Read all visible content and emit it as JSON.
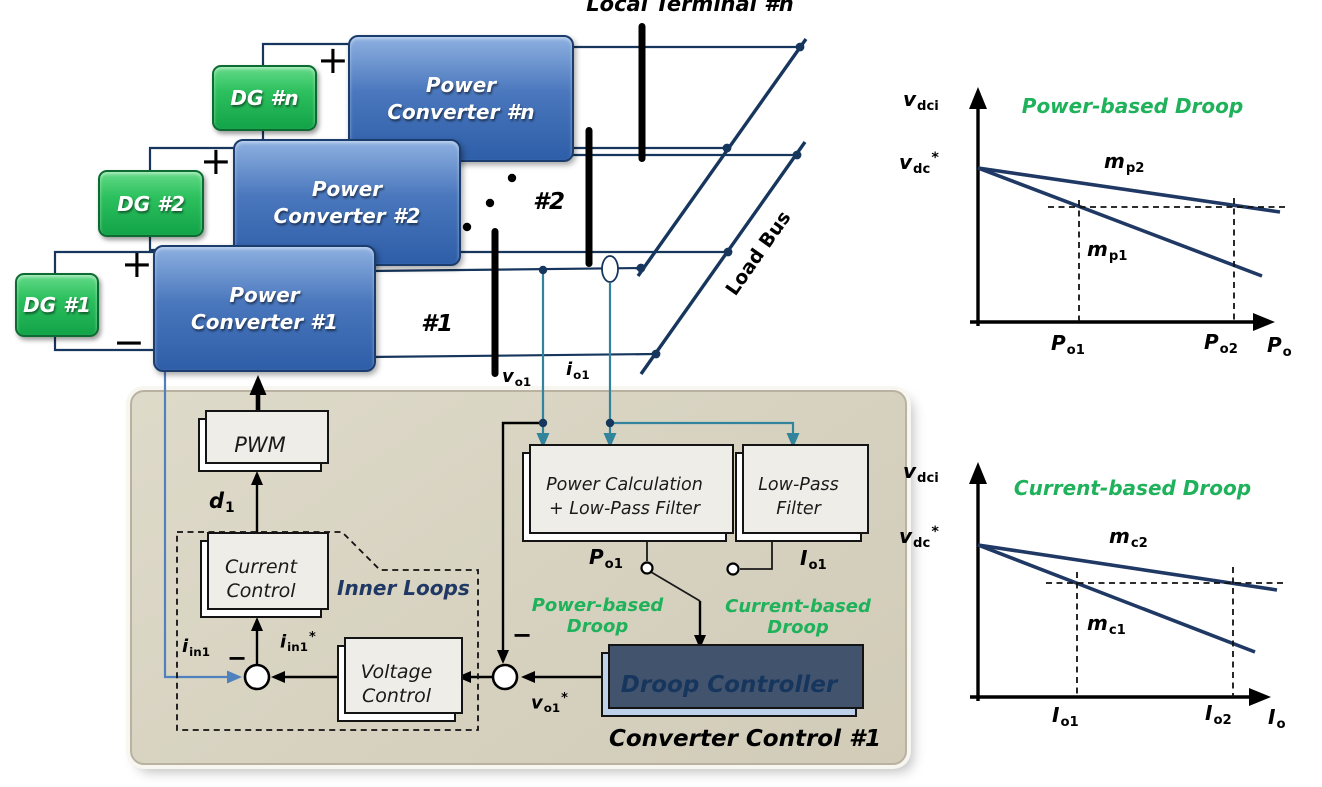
{
  "header": {
    "title": "Local Terminal #n"
  },
  "colors": {
    "wire_navy": "#17365d",
    "droop_line_navy": "#1f3864",
    "sense_teal": "#31849b",
    "feedback_blue": "#4f81bd",
    "accent_green": "#1fb25b",
    "panel_tan": "#d7d1bf",
    "converter_blue": "#3f6db5",
    "dg_green": "#28b95c",
    "droop_block_fill": "#bed1ea",
    "inner_loops_navy": "#1f3864"
  },
  "system": {
    "dg_units": [
      {
        "label": "DG #1"
      },
      {
        "label": "DG #2"
      },
      {
        "label": "DG #n"
      }
    ],
    "converters": [
      {
        "line1": "Power",
        "line2": "Converter #1"
      },
      {
        "line1": "Power",
        "line2": "Converter #2"
      },
      {
        "line1": "Power",
        "line2": "Converter #n"
      }
    ],
    "terminal_labels": [
      "#1",
      "#2"
    ],
    "load_bus": "Load Bus",
    "plus": "+",
    "minus": "−"
  },
  "signals": {
    "vo1": {
      "base": "v",
      "sub": "o1"
    },
    "io1": {
      "base": "i",
      "sub": "o1"
    },
    "iin1": {
      "base": "i",
      "sub": "in1"
    },
    "iin1_ref": {
      "base": "i",
      "sub": "in1",
      "sup": "*"
    },
    "d1": {
      "base": "d",
      "sub": "1"
    },
    "Po1": {
      "base": "P",
      "sub": "o1"
    },
    "Io1": {
      "base": "I",
      "sub": "o1"
    },
    "vo1_ref": {
      "base": "v",
      "sub": "o1",
      "sup": "*"
    }
  },
  "control_panel": {
    "caption": "Converter Control #1",
    "inner_loops": "Inner Loops",
    "blocks": {
      "pwm": "PWM",
      "current_control": {
        "line1": "Current",
        "line2": "Control"
      },
      "voltage_control": {
        "line1": "Voltage",
        "line2": "Control"
      },
      "power_calc": {
        "line1": "Power Calculation",
        "line2": "+ Low-Pass Filter"
      },
      "low_pass": {
        "line1": "Low-Pass",
        "line2": "Filter"
      },
      "droop": "Droop Controller"
    },
    "modes": {
      "power": {
        "line1": "Power-based",
        "line2": "Droop"
      },
      "current": {
        "line1": "Current-based",
        "line2": "Droop"
      }
    }
  },
  "droop_graphs": [
    {
      "type": "line",
      "title": "Power-based Droop",
      "ylabel": {
        "base": "v",
        "sub": "dci"
      },
      "y_intercept": {
        "base": "v",
        "sub": "dc",
        "sup": "*"
      },
      "xlabel": {
        "base": "P",
        "sub": "o"
      },
      "x_ticks": [
        {
          "base": "P",
          "sub": "o1"
        },
        {
          "base": "P",
          "sub": "o2"
        }
      ],
      "lines": [
        {
          "name": {
            "base": "m",
            "sub": "p2"
          },
          "slope": "shallow"
        },
        {
          "name": {
            "base": "m",
            "sub": "p1"
          },
          "slope": "steep"
        }
      ],
      "legend_position": "inline",
      "grid": false
    },
    {
      "type": "line",
      "title": "Current-based Droop",
      "ylabel": {
        "base": "v",
        "sub": "dci"
      },
      "y_intercept": {
        "base": "v",
        "sub": "dc",
        "sup": "*"
      },
      "xlabel": {
        "base": "I",
        "sub": "o"
      },
      "x_ticks": [
        {
          "base": "I",
          "sub": "o1"
        },
        {
          "base": "I",
          "sub": "o2"
        }
      ],
      "lines": [
        {
          "name": {
            "base": "m",
            "sub": "c2"
          },
          "slope": "shallow"
        },
        {
          "name": {
            "base": "m",
            "sub": "c1"
          },
          "slope": "steep"
        }
      ],
      "legend_position": "inline",
      "grid": false
    }
  ]
}
